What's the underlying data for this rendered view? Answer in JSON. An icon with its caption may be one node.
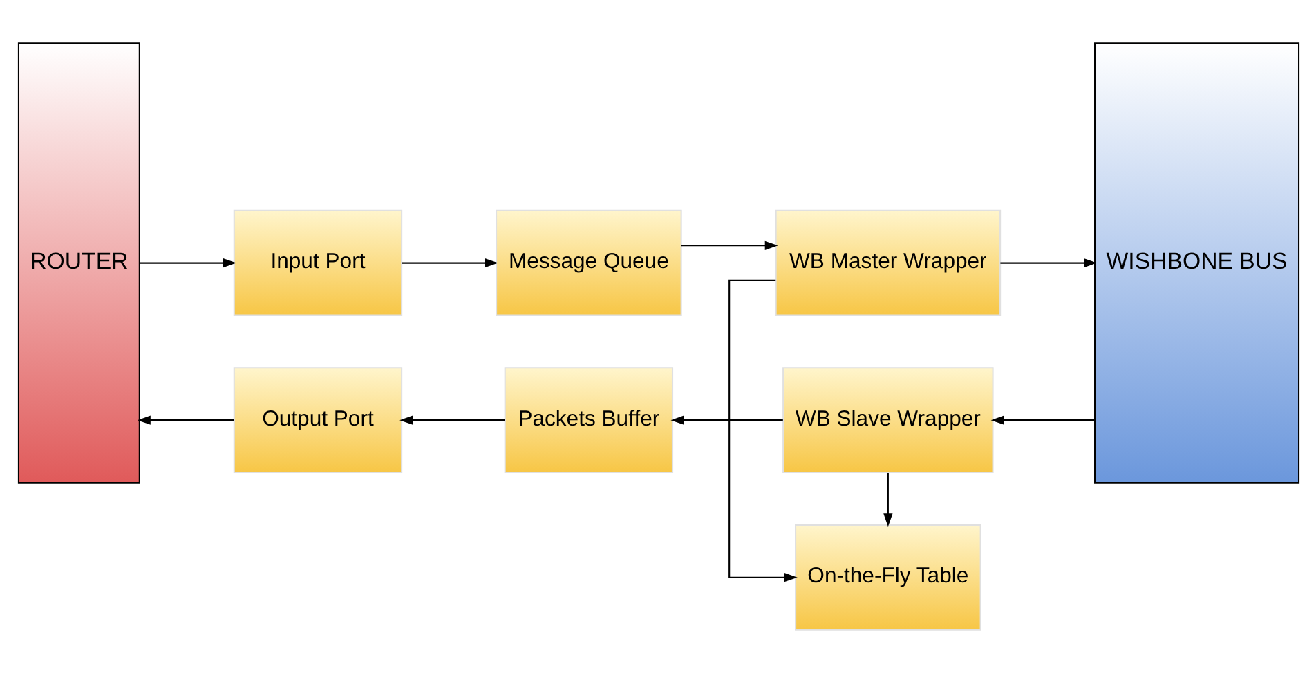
{
  "diagram": {
    "nodes": [
      {
        "text": [
          "ROUTER"
        ]
      },
      {
        "text": [
          "Input Port"
        ]
      },
      {
        "text": [
          "Message Queue"
        ]
      },
      {
        "text": [
          "WB Master Wrapper"
        ]
      },
      {
        "text": [
          "WISHBONE BUS"
        ]
      },
      {
        "text": [
          "On-the-Fly Table"
        ]
      },
      {
        "text": [
          "Output Port"
        ]
      },
      {
        "text": [
          "Packets Buffer"
        ]
      },
      {
        "text": [
          "WB Slave Wrapper"
        ]
      }
    ],
    "edges": [
      {
        "from": 0,
        "to": 1,
        "arrow": "to"
      },
      {
        "from": 1,
        "to": 2,
        "arrow": "to"
      },
      {
        "from": 2,
        "to": 3,
        "arrow": "to"
      },
      {
        "from": 3,
        "to": 4,
        "arrow": "to"
      },
      {
        "from": 3,
        "to": 5,
        "arrow": "to"
      },
      {
        "from": 8,
        "to": 5,
        "arrow": "to"
      },
      {
        "from": 4,
        "to": 8,
        "arrow": "to"
      },
      {
        "from": 8,
        "to": 7,
        "arrow": "to"
      },
      {
        "from": 7,
        "to": 6,
        "arrow": "to"
      },
      {
        "from": 6,
        "to": 0,
        "arrow": "to"
      }
    ]
  }
}
